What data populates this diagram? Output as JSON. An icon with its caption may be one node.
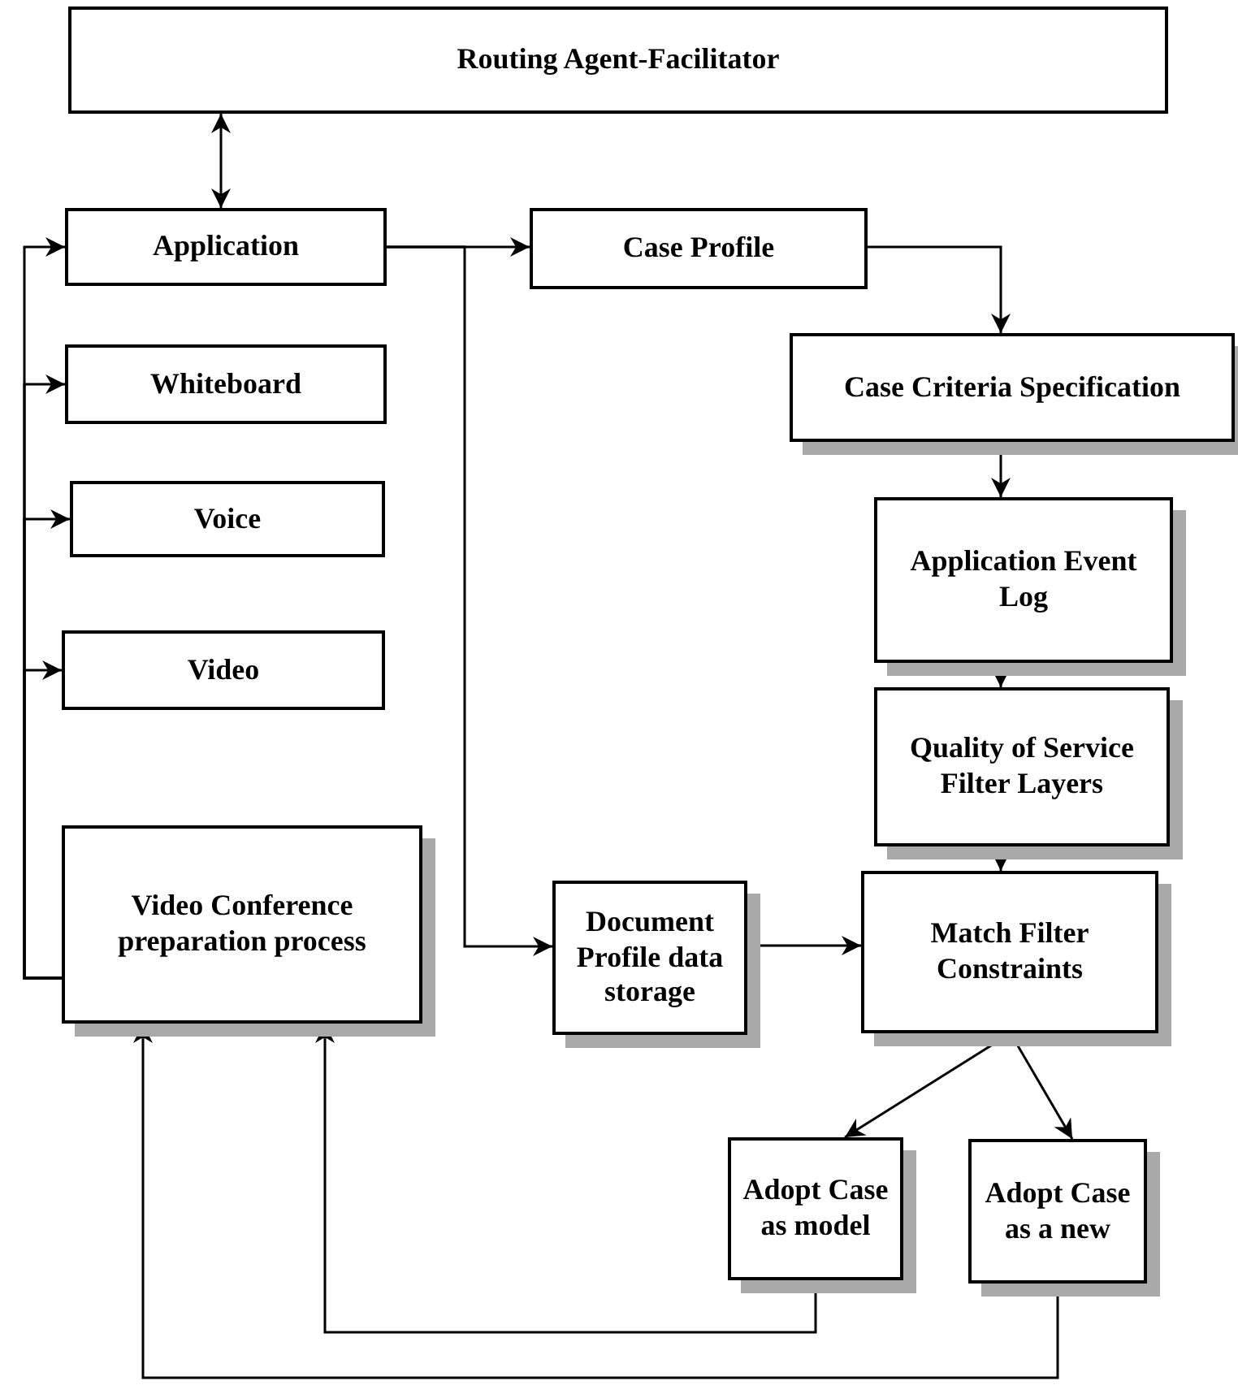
{
  "diagram": {
    "nodes": [
      {
        "text": [
          "Routing Agent-Facilitator"
        ]
      },
      {
        "text": [
          "Application"
        ]
      },
      {
        "text": [
          "Case Profile"
        ]
      },
      {
        "text": [
          "Case Criteria Specification"
        ]
      },
      {
        "text": [
          "Whiteboard"
        ]
      },
      {
        "text": [
          "Voice"
        ]
      },
      {
        "text": [
          "Video"
        ]
      },
      {
        "text": [
          "Application Event Log"
        ]
      },
      {
        "text": [
          "Quality of Service Filter Layers"
        ]
      },
      {
        "text": [
          "Video Conference preparation process"
        ]
      },
      {
        "text": [
          "Document Profile data storage"
        ]
      },
      {
        "text": [
          "Match Filter Constraints"
        ]
      },
      {
        "text": [
          "Adopt Case as model"
        ]
      },
      {
        "text": [
          "Adopt Case as a new"
        ]
      }
    ],
    "edges": [
      {
        "from": 0,
        "to": 1,
        "arrow": "both"
      },
      {
        "from": 1,
        "to": 2,
        "arrow": "to"
      },
      {
        "from": 1,
        "to": 10,
        "arrow": "to"
      },
      {
        "from": 2,
        "to": 3,
        "arrow": "to"
      },
      {
        "from": 3,
        "to": 7,
        "arrow": "to"
      },
      {
        "from": 7,
        "to": 8,
        "arrow": "to"
      },
      {
        "from": 8,
        "to": 11,
        "arrow": "to"
      },
      {
        "from": 10,
        "to": 11,
        "arrow": "to"
      },
      {
        "from": 11,
        "to": 12,
        "arrow": "to"
      },
      {
        "from": 11,
        "to": 13,
        "arrow": "to"
      },
      {
        "from": 12,
        "to": 9,
        "arrow": "to"
      },
      {
        "from": 13,
        "to": 9,
        "arrow": "to"
      },
      {
        "from": 9,
        "to": 1,
        "arrow": "to"
      },
      {
        "from": 9,
        "to": 4,
        "arrow": "to"
      },
      {
        "from": 9,
        "to": 5,
        "arrow": "to"
      },
      {
        "from": 9,
        "to": 6,
        "arrow": "to"
      }
    ]
  }
}
